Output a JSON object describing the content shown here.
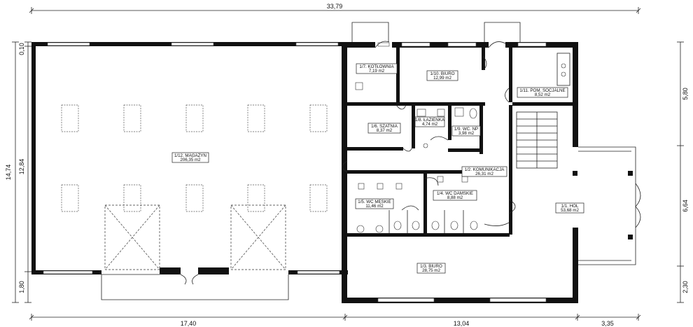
{
  "dimensions": {
    "top_total": "33,79",
    "bottom": [
      "17,40",
      "13,04",
      "3,35"
    ],
    "left_outer": "14,74",
    "left_inner": [
      "0,10",
      "12,84",
      "1,80"
    ],
    "right": [
      "5,80",
      "6,64",
      "2,30"
    ]
  },
  "rooms": [
    {
      "name": "1/1. HOL",
      "area": "53,68 m2"
    },
    {
      "name": "1/2. KOMUNIKACJA",
      "area": "26,31 m2"
    },
    {
      "name": "1/3. BIURO",
      "area": "28,75 m2"
    },
    {
      "name": "1/4. WC DAMSKIE",
      "area": "8,88 m2"
    },
    {
      "name": "1/5. WC MĘSKIE",
      "area": "11,46 m2"
    },
    {
      "name": "1/6. SZATNIA",
      "area": "8,37 m2"
    },
    {
      "name": "1/7. KOTŁOWNIA",
      "area": "7,19 m2"
    },
    {
      "name": "1/8. ŁAZIENKA",
      "area": "4,74 m2"
    },
    {
      "name": "1/9. WC. NP",
      "area": "3,98 m2"
    },
    {
      "name": "1/10. BIURO",
      "area": "12,99 m2"
    },
    {
      "name": "1/11. POM. SOCJALNE",
      "area": "8,52 m2"
    },
    {
      "name": "1/12. MAGAZYN",
      "area": "206,35 m2"
    }
  ]
}
